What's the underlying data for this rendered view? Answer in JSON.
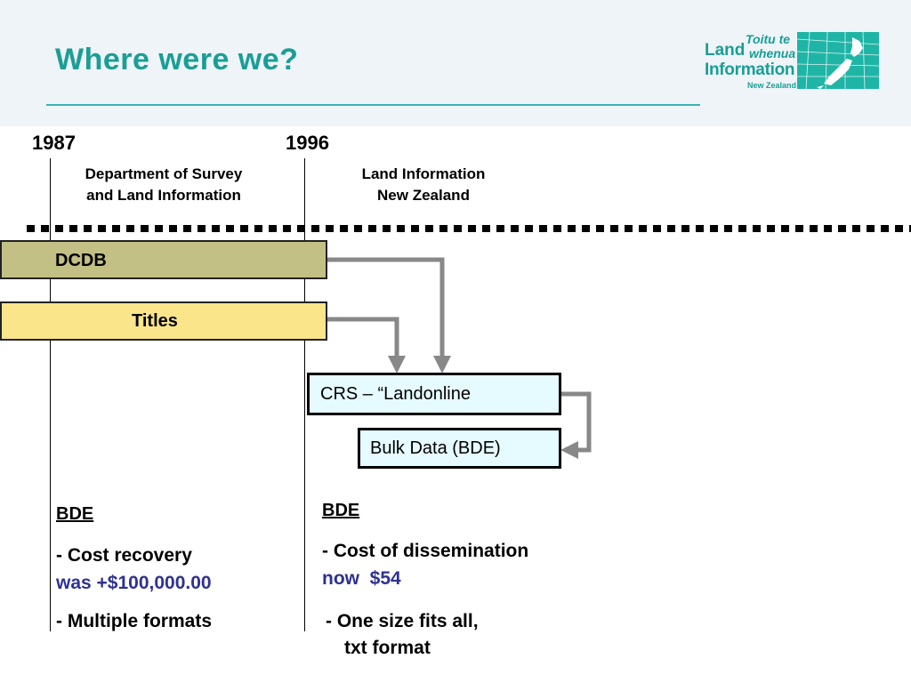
{
  "slide": {
    "title": "Where were we?"
  },
  "logo": {
    "maori_line1": "Toitu te",
    "maori_line2": "whenua",
    "word1": "Land",
    "word2": "Information",
    "word3": "New Zealand",
    "brand_color": "#1a9e96"
  },
  "timeline": {
    "year_1987": "1987",
    "year_1996": "1996",
    "org_1987_line1": "Department of Survey",
    "org_1987_line2": "and Land Information",
    "org_1996_line1": "Land Information",
    "org_1996_line2": "New Zealand"
  },
  "systems": {
    "dcdb": "DCDB",
    "titles": "Titles",
    "crs": "CRS – “Landonline",
    "bde": "Bulk Data (BDE)",
    "dcdb_color": "#c3c085",
    "titles_color": "#fbe58a",
    "box_fill": "#e6fbff"
  },
  "left_notes": {
    "heading": "BDE",
    "line1": "- Cost recovery",
    "line1_value": "was +$100,000.00",
    "line2": "- Multiple formats"
  },
  "right_notes": {
    "heading": "BDE",
    "line1": "- Cost of dissemination",
    "line1_value": "now  $54",
    "line2": "- One size fits all,",
    "line2_cont": "txt format"
  }
}
